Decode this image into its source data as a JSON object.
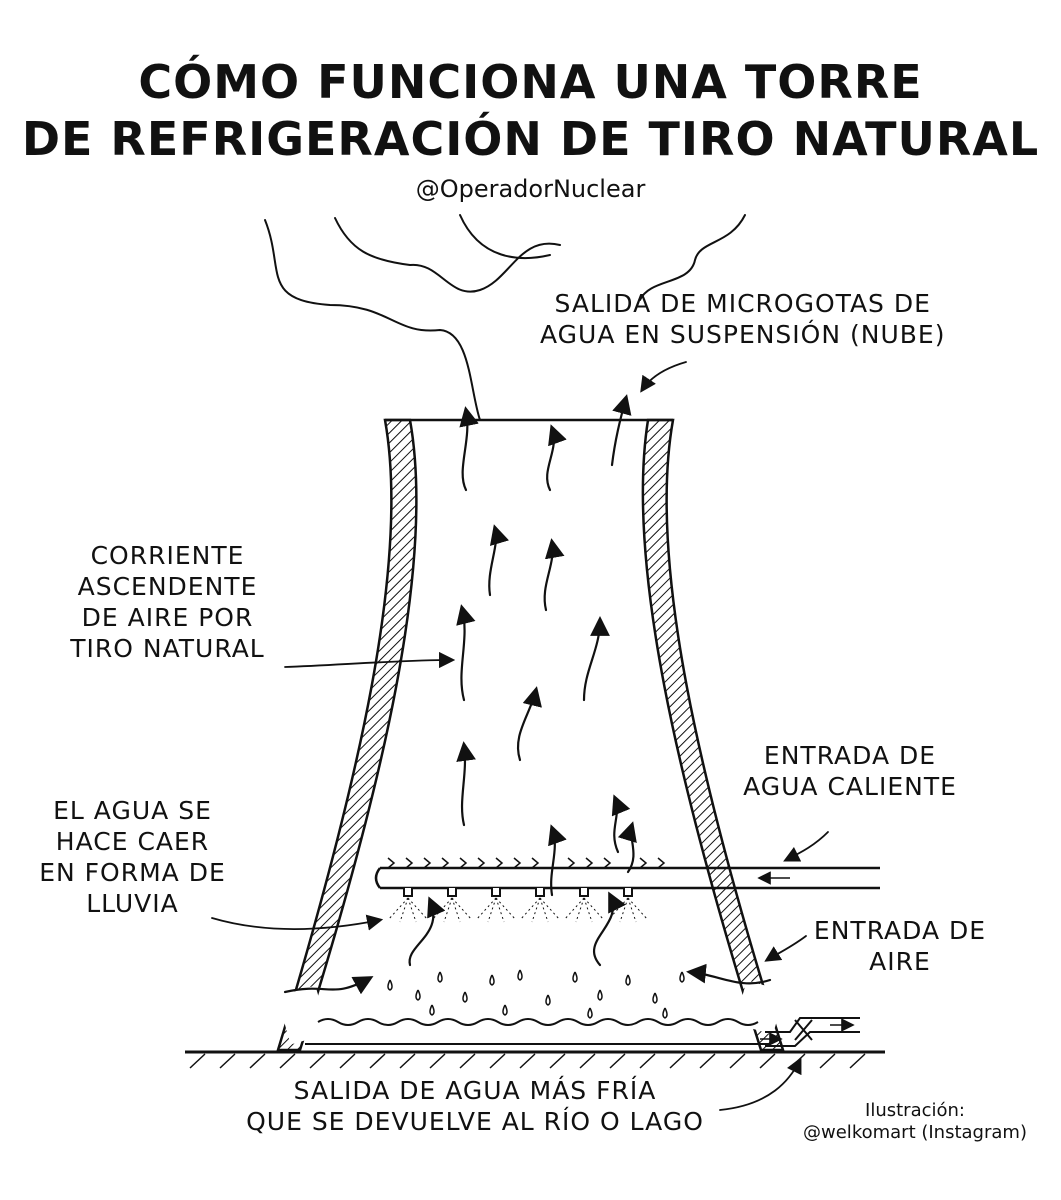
{
  "title": {
    "line1": "CÓMO FUNCIONA UNA TORRE",
    "line2": "DE REFRIGERACIÓN DE TIRO NATURAL",
    "handle": "@OperadorNuclear"
  },
  "labels": {
    "cloud": [
      "SALIDA DE MICROGOTAS DE",
      "AGUA EN SUSPENSIÓN (NUBE)"
    ],
    "updraft": [
      "CORRIENTE",
      "ASCENDENTE",
      "DE AIRE POR",
      "TIRO NATURAL"
    ],
    "hot_water": [
      "ENTRADA DE",
      "AGUA CALIENTE"
    ],
    "rain": [
      "EL AGUA SE",
      "HACE CAER",
      "EN FORMA DE",
      "LLUVIA"
    ],
    "air_in": [
      "ENTRADA DE",
      "AIRE"
    ],
    "cold_water": [
      "SALIDA DE AGUA MÁS FRÍA",
      "QUE SE DEVUELVE AL RÍO O LAGO"
    ]
  },
  "credit": {
    "line1": "Ilustración:",
    "line2": "@welkomart (Instagram)"
  },
  "colors": {
    "ink": "#111111",
    "paper": "#ffffff"
  }
}
